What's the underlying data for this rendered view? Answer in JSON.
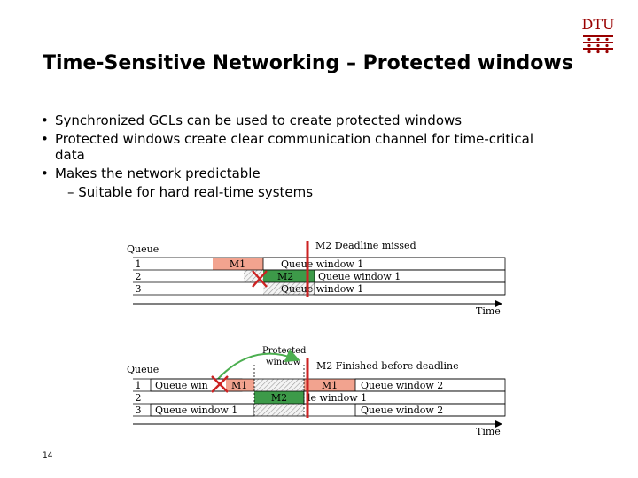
{
  "logo": {
    "text": "DTU",
    "color": "#990000"
  },
  "title": "Time-Sensitive Networking – Protected windows",
  "bullets": [
    {
      "text": "Synchronized GCLs can be used to create protected windows"
    },
    {
      "text": "Protected windows create clear communication channel for time-critical",
      "cont": "data"
    },
    {
      "text": "Makes the network predictable"
    }
  ],
  "subbullet": "– Suitable for hard real-time systems",
  "diagram_top": {
    "queue_label": "Queue",
    "rows": [
      "1",
      "2",
      "3"
    ],
    "deadline_label": "M2 Deadline missed",
    "m1": "M1",
    "m2": "M2",
    "w1": "Queue window 1",
    "w2": "Queue window 1",
    "w3": "Queue window 1",
    "time_label": "Time"
  },
  "diagram_bottom": {
    "queue_label": "Queue",
    "rows": [
      "1",
      "2",
      "3"
    ],
    "protected_label_1": "Protected",
    "protected_label_2": "window",
    "finished_label": "M2 Finished before deadline",
    "r1_left": "Queue win",
    "r1_m1_small": "M1",
    "r1_m1": "M1",
    "r1_right": "Queue window 2",
    "r2_m2": "M2",
    "r2_right": "le window 1",
    "r3_left": "Queue window 1",
    "r3_right": "Queue window 2",
    "time_label": "Time"
  },
  "colors": {
    "m1_fill": "#f2a38f",
    "m2_fill": "#3d9a49",
    "deadline": "#cc2222",
    "arrow": "#4caf50"
  },
  "page_number": "14"
}
